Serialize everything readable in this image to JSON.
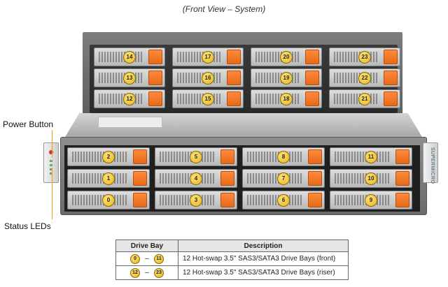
{
  "caption": "(Front View – System)",
  "callouts": {
    "power_button": "Power Button",
    "status_leds": "Status LEDs"
  },
  "riser_drives": {
    "row1": [
      "14",
      "17",
      "20",
      "23"
    ],
    "row2": [
      "13",
      "16",
      "19",
      "22"
    ],
    "row3": [
      "12",
      "15",
      "18",
      "21"
    ]
  },
  "front_drives": {
    "row1": [
      "2",
      "5",
      "8",
      "11"
    ],
    "row2": [
      "1",
      "4",
      "7",
      "10"
    ],
    "row3": [
      "0",
      "3",
      "6",
      "9"
    ]
  },
  "ear_brand": "SUPERMICRO",
  "table": {
    "headers": [
      "Drive Bay",
      "Description"
    ],
    "rows": [
      {
        "from": "0",
        "dash": "–",
        "to": "11",
        "description": "12 Hot-swap 3.5\" SAS3/SATA3 Drive Bays (front)"
      },
      {
        "from": "12",
        "dash": "–",
        "to": "23",
        "description": "12 Hot-swap 3.5\" SAS3/SATA3 Drive Bays (riser)"
      }
    ]
  },
  "colors": {
    "latch": "#e56a18",
    "drive_number": "#e8b51c",
    "callout_line": "#f0a000"
  }
}
